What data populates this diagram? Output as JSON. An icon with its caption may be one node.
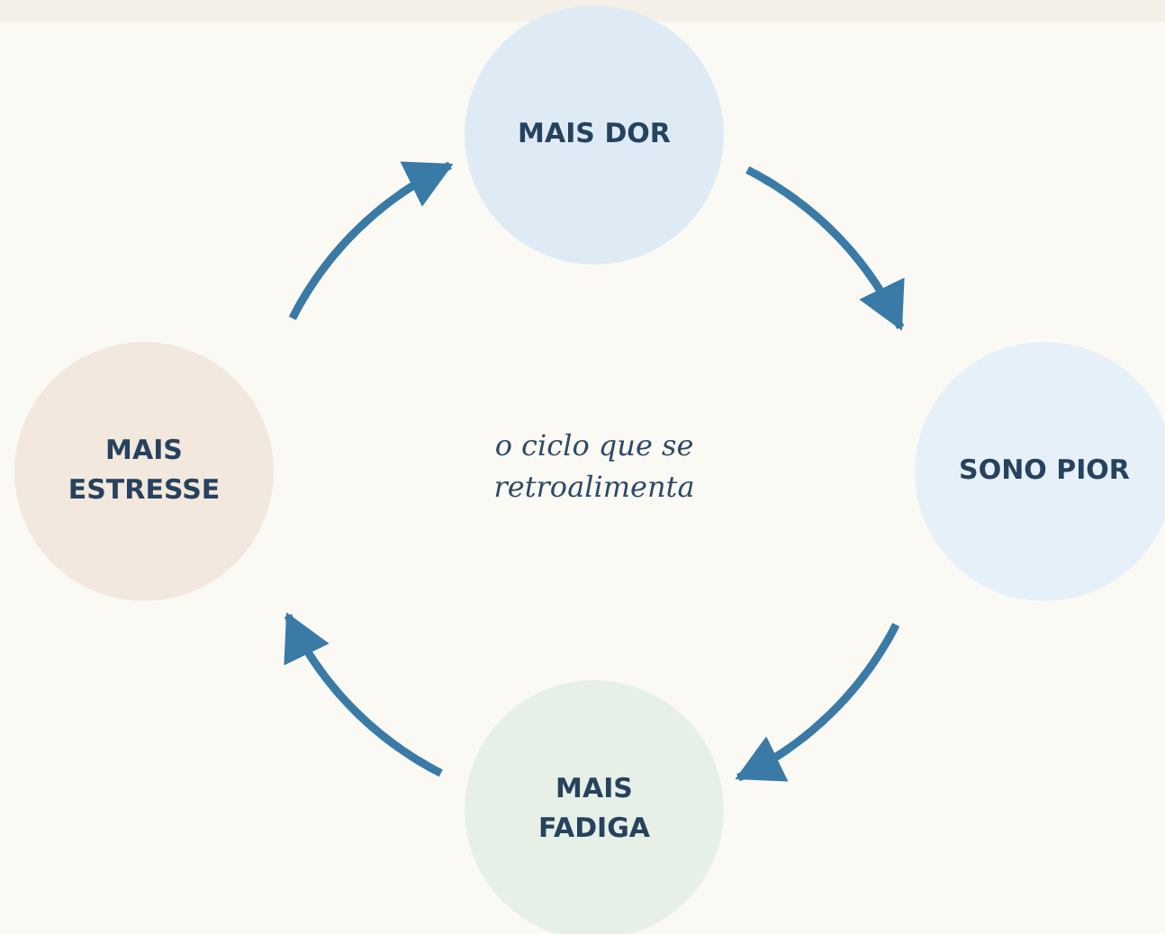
{
  "diagram": {
    "nodes": [
      {
        "text": [
          "MAIS DOR"
        ]
      },
      {
        "text": [
          "SONO PIOR"
        ]
      },
      {
        "text": [
          "MAIS FADIGA"
        ]
      },
      {
        "text": [
          "MAIS ESTRESSE"
        ]
      }
    ],
    "edges": [
      {
        "from": 0,
        "to": 1,
        "arrow": "to"
      },
      {
        "from": 1,
        "to": 2,
        "arrow": "to"
      },
      {
        "from": 2,
        "to": 3,
        "arrow": "to"
      },
      {
        "from": 3,
        "to": 0,
        "arrow": "to"
      }
    ],
    "labels": [
      "o ciclo que se retroalimenta"
    ]
  }
}
